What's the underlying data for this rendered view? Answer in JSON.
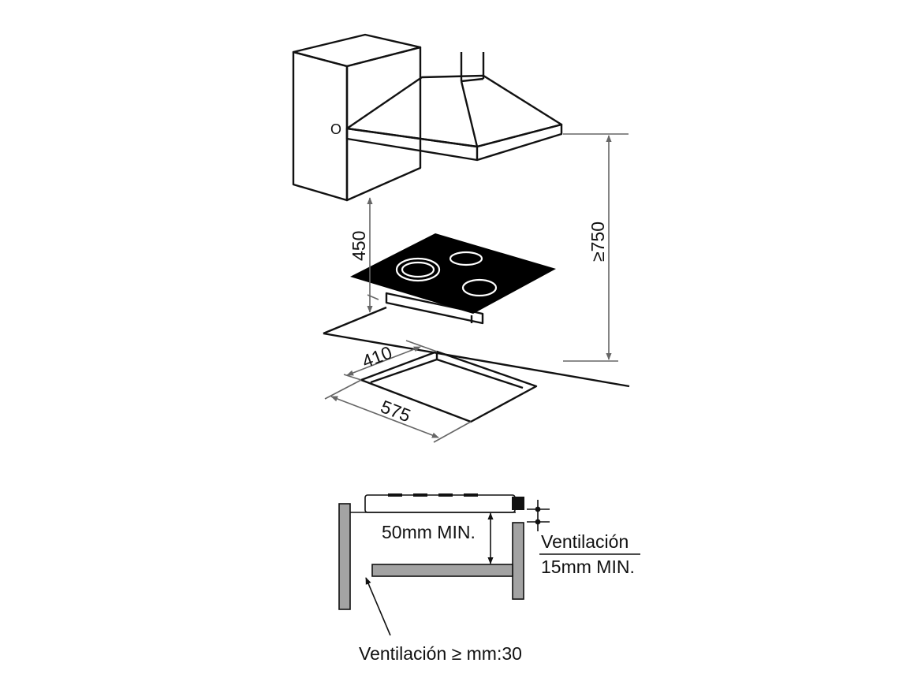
{
  "installation_diagram": {
    "hood_cabinet": {
      "knob_mark": "O"
    },
    "dimensions": {
      "cabinet_to_hob": "450",
      "hood_to_worktop": "≥750",
      "cutout_depth": "410",
      "cutout_width": "575"
    }
  },
  "ventilation_detail": {
    "gap_label": "50mm MIN.",
    "side_vent_label": "Ventilación",
    "side_vent_value": "15mm MIN.",
    "bottom_vent_label": "Ventilación ≥ mm:30"
  },
  "colors": {
    "line": "#111111",
    "dimension": "#666666",
    "wall": "#a3a3a3",
    "hob": "#000000"
  }
}
